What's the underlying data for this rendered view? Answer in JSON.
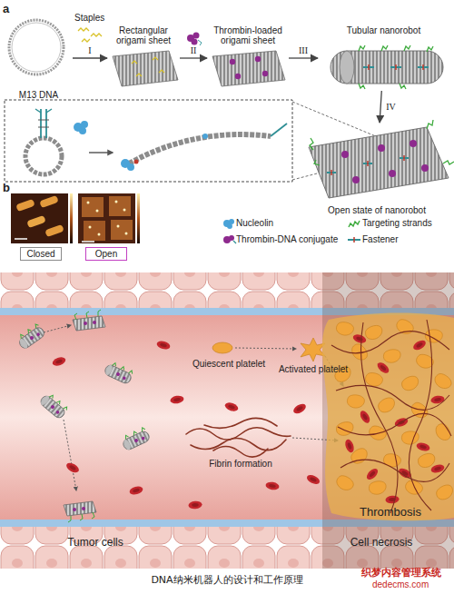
{
  "diagram": {
    "caption": "DNA纳米机器人的设计和工作原理",
    "nodes": [
      {
        "text": [
          "M13 DNA"
        ]
      },
      {
        "text": [
          "Rectangular origami sheet"
        ]
      },
      {
        "text": [
          "Thrombin-loaded origami sheet"
        ]
      },
      {
        "text": [
          "Tubular nanorobot"
        ]
      },
      {
        "text": [
          "Open state of nanorobot"
        ]
      },
      {
        "text": [
          "Closed"
        ]
      },
      {
        "text": [
          "Open"
        ]
      }
    ],
    "edges": [
      {
        "from": 0,
        "to": 1,
        "label": "I",
        "arrow": "to"
      },
      {
        "from": 1,
        "to": 2,
        "label": "II",
        "arrow": "to"
      },
      {
        "from": 2,
        "to": 3,
        "label": "III",
        "arrow": "to"
      },
      {
        "from": 3,
        "to": 4,
        "label": "IV",
        "arrow": "to"
      }
    ],
    "labels": [
      "a",
      "Staples",
      "b",
      "Quiescent platelet",
      "Activated platelet",
      "Fibrin formation",
      "Thrombosis",
      "Tumor cells",
      "Cell necrosis",
      "织梦内容管理系统",
      "dedecms.com"
    ],
    "legend": [
      {
        "text": "Nucleolin"
      },
      {
        "text": "Thrombin-DNA conjugate"
      },
      {
        "text": "Targeting strands"
      },
      {
        "text": "Fastener"
      }
    ]
  }
}
